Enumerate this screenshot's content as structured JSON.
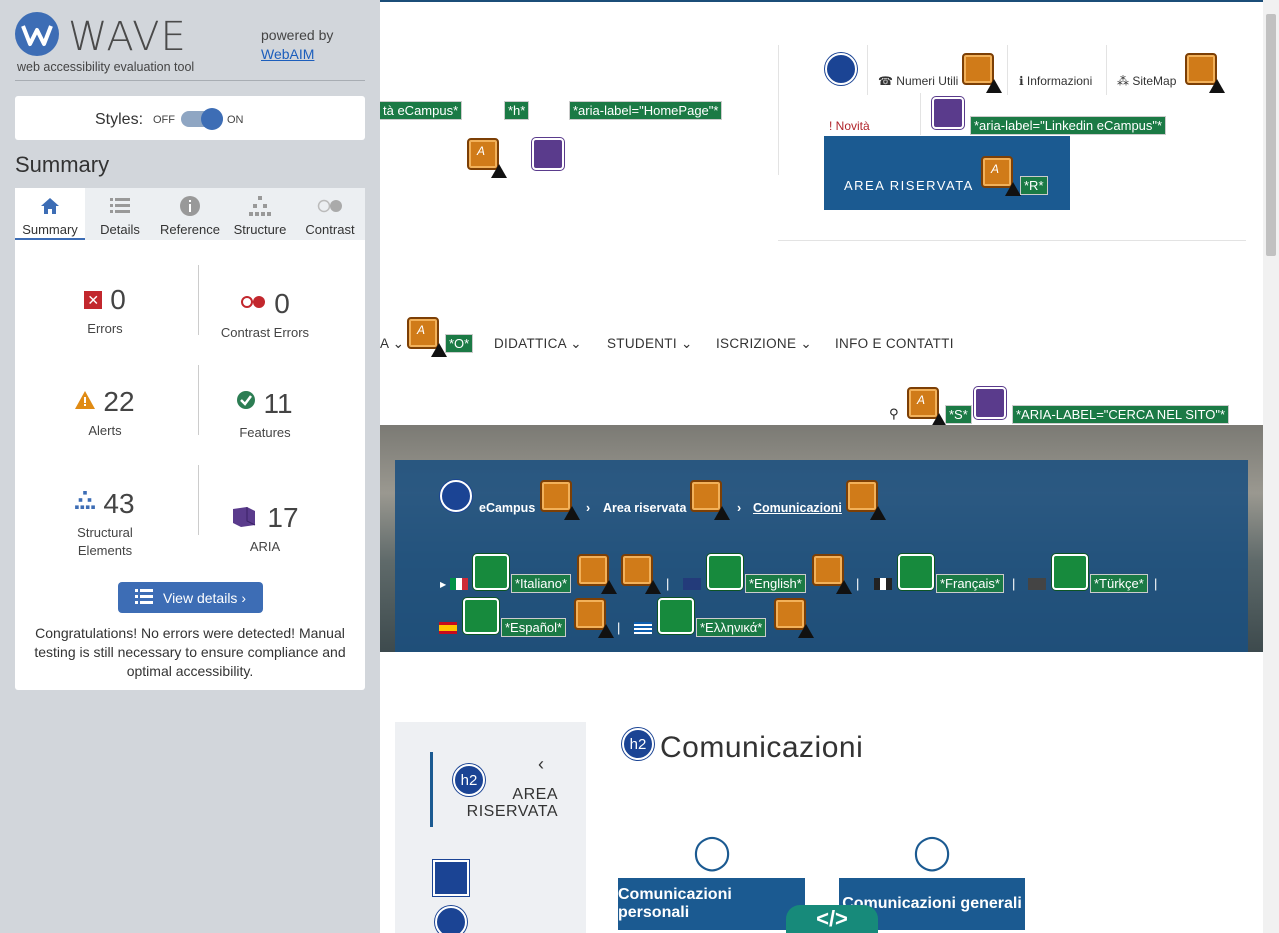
{
  "wave": {
    "logo_name": "WAVE",
    "tagline": "web accessibility evaluation tool",
    "powered_by": "powered by",
    "webaim_link": "WebAIM",
    "styles_label": "Styles:",
    "styles_off": "OFF",
    "styles_on": "ON",
    "summary_title": "Summary",
    "tabs": [
      {
        "label": "Summary",
        "icon": "home-icon"
      },
      {
        "label": "Details",
        "icon": "list-icon"
      },
      {
        "label": "Reference",
        "icon": "info-icon"
      },
      {
        "label": "Structure",
        "icon": "sitemap-icon"
      },
      {
        "label": "Contrast",
        "icon": "contrast-icon"
      }
    ],
    "stats": {
      "errors": {
        "value": "0",
        "label": "Errors"
      },
      "contrast_errors": {
        "value": "0",
        "label": "Contrast Errors"
      },
      "alerts": {
        "value": "22",
        "label": "Alerts"
      },
      "features": {
        "value": "11",
        "label": "Features"
      },
      "structural": {
        "value": "43",
        "label": "Structural Elements"
      },
      "aria": {
        "value": "17",
        "label": "ARIA"
      }
    },
    "view_details": "View details ›",
    "congrats": "Congratulations! No errors were detected! Manual testing is still necessary to ensure compliance and optimal accessibility.",
    "colors": {
      "accent": "#3d6db5",
      "panel": "#d2d6db",
      "error": "#c2272d",
      "alert": "#e08b14",
      "feature": "#2c7d53"
    }
  },
  "page": {
    "tags": {
      "ecampus": "tà eCampus*",
      "h": "*h*",
      "homepage": "*aria-label=\"HomePage\"*",
      "linkedin": "*aria-label=\"Linkedin eCampus\"*",
      "r": "*R*",
      "o": "*O*",
      "s": "*S*",
      "cerca": "*ARIA-LABEL=\"CERCA NEL SITO\"*"
    },
    "topbar": {
      "numeri": "Numeri Utili",
      "informazioni": "Informazioni",
      "sitemap": "SiteMap",
      "novita": "Novità",
      "area_riservata": "AREA RISERVATA"
    },
    "nav": {
      "partial": "A",
      "didattica": "DIDATTICA",
      "studenti": "STUDENTI",
      "iscrizione": "ISCRIZIONE",
      "info": "INFO E CONTATTI"
    },
    "breadcrumb": {
      "home": "eCampus",
      "area": "Area riservata",
      "current": "Comunicazioni",
      "sep": "›"
    },
    "languages": {
      "it": "*Italiano*",
      "en": "*English*",
      "fr": "*Français*",
      "tr": "*Türkçe*",
      "es": "*Español*",
      "el": "*Ελληνικά*",
      "sep": "|"
    },
    "sidebar": {
      "h2": "h2",
      "title": "AREA RISERVATA"
    },
    "main": {
      "h2": "h2",
      "title": "Comunicazioni",
      "btn_personali": "Comunicazioni personali",
      "btn_generali": "Comunicazioni generali"
    }
  }
}
